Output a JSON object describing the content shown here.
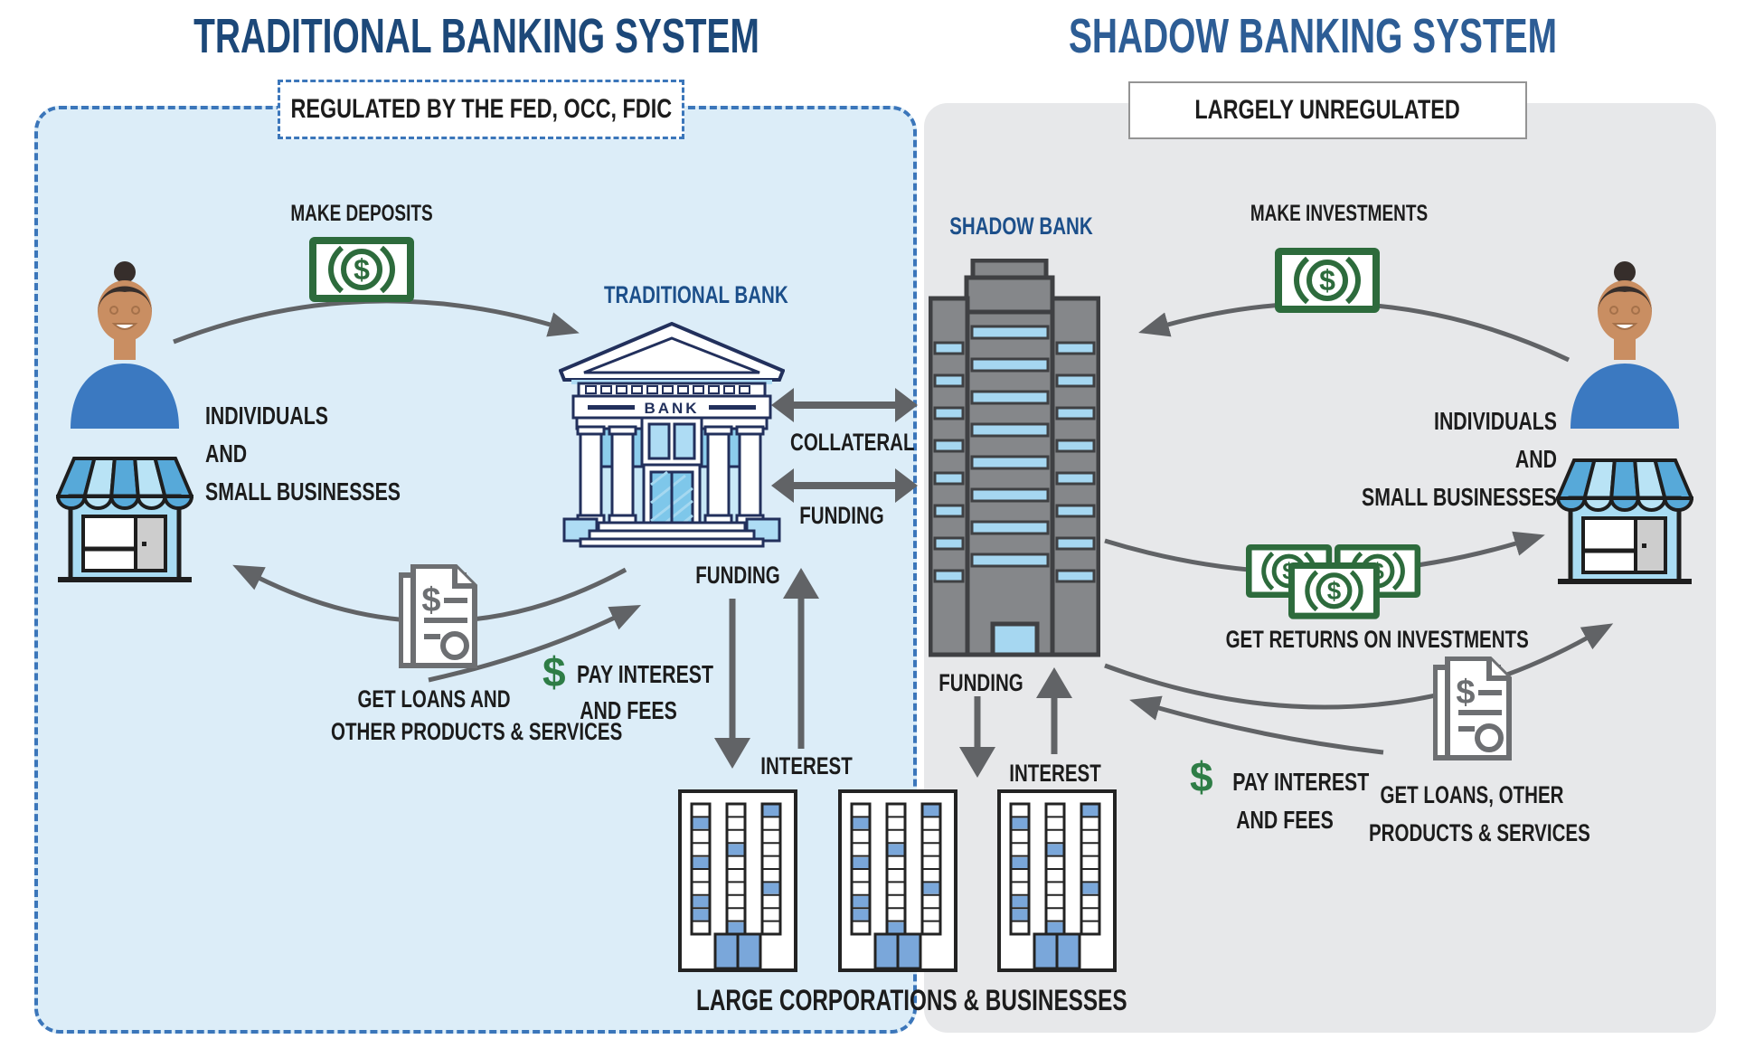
{
  "left_panel": {
    "title": "TRADITIONAL BANKING SYSTEM",
    "regulation": "REGULATED BY THE FED, OCC, FDIC",
    "make_deposits": "MAKE DEPOSITS",
    "individuals": [
      "INDIVIDUALS",
      "AND",
      "SMALL BUSINESSES"
    ],
    "bank_label": "TRADITIONAL BANK",
    "bank_sign": "BANK",
    "collateral": "COLLATERAL",
    "funding_interbank": "FUNDING",
    "funding": "FUNDING",
    "interest": "INTEREST",
    "get_loans": [
      "GET LOANS AND",
      "OTHER PRODUCTS & SERVICES"
    ],
    "pay_symbol": "$",
    "pay_interest": [
      "PAY INTEREST",
      "AND FEES"
    ]
  },
  "right_panel": {
    "title": "SHADOW BANKING SYSTEM",
    "regulation": "LARGELY UNREGULATED",
    "shadow_bank_label": "SHADOW BANK",
    "make_investments": "MAKE INVESTMENTS",
    "individuals": [
      "INDIVIDUALS",
      "AND",
      "SMALL BUSINESSES"
    ],
    "funding": "FUNDING",
    "interest": "INTEREST",
    "get_returns": "GET RETURNS ON INVESTMENTS",
    "pay_symbol": "$",
    "pay_interest": [
      "PAY INTEREST",
      "AND FEES"
    ],
    "get_loans": [
      "GET LOANS, OTHER",
      "PRODUCTS & SERVICES"
    ]
  },
  "shared": {
    "corporations_label": "LARGE CORPORATIONS & BUSINESSES"
  },
  "colors": {
    "left_panel_bg": "#dcedf8",
    "right_panel_bg": "#e7e8ea",
    "dashed_border_blue": "#3b76ba",
    "title_navy": "#1c4879",
    "title_steel_blue": "#2d5d95",
    "label_blue": "#1c4f8a",
    "money_green": "#2d6b3c",
    "arrow_gray": "#616366",
    "bank_outline_navy": "#22305c",
    "light_blue": "#aedcf4",
    "shadow_bank_gray": "#85878a",
    "corp_window_blue": "#7aa7da",
    "skin": "#c98e62",
    "hair": "#362e2b",
    "shirt_blue": "#3b79c1"
  }
}
